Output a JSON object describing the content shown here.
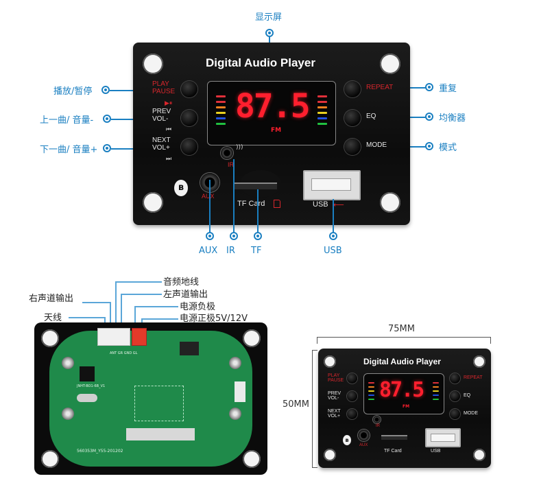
{
  "top_panel": {
    "title": "Digital  Audio Player",
    "left_buttons": [
      {
        "line1": "PLAY",
        "line2": "PAUSE",
        "symbol": "▶⏸",
        "label_color": "#d8262c"
      },
      {
        "line1": "PREV",
        "line2": "VOL-",
        "symbol": "⏮"
      },
      {
        "line1": "NEXT",
        "line2": "VOL+",
        "symbol": "⏭"
      }
    ],
    "right_buttons": [
      {
        "label": "REPEAT",
        "label_color": "#d8262c"
      },
      {
        "label": "EQ"
      },
      {
        "label": "MODE"
      }
    ],
    "display": {
      "value": "87.5",
      "unit": "FM"
    },
    "ir_label": "IR",
    "aux_label": "AUX",
    "tf_label": "TF Card",
    "usb_label": "USB",
    "bluetooth_symbol": "ʙ"
  },
  "callouts": {
    "top": "显示屏",
    "left": [
      "播放/暂停",
      "上一曲/ 音量-",
      "下一曲/ 音量+"
    ],
    "right": [
      "重复",
      "均衡器",
      "模式"
    ],
    "bottom": [
      "AUX",
      "IR",
      "TF",
      "USB"
    ]
  },
  "pcb_view": {
    "wire_labels": [
      "音频地线",
      "左声道输出",
      "右声道输出",
      "电源负极",
      "天线",
      "电源正极5V/12V"
    ],
    "silkscreen": [
      "560353M_Y55-201202",
      "JNHT-BO1-6B_V1",
      "ANT GR GND GL"
    ]
  },
  "dimension_view": {
    "width_label": "75MM",
    "height_label": "50MM",
    "title": "Digital  Audio Player",
    "left_buttons": [
      {
        "line1": "PLAY",
        "line2": "PAUSE"
      },
      {
        "line1": "PREV",
        "line2": "VOL-"
      },
      {
        "line1": "NEXT",
        "line2": "VOL+"
      }
    ],
    "right_buttons": [
      "REPEAT",
      "EQ",
      "MODE"
    ],
    "display_value": "87.5",
    "display_unit": "FM",
    "ir_label": "IR",
    "aux_label": "AUX",
    "tf_label": "TF Card",
    "usb_label": "USB"
  },
  "colors": {
    "callout_blue": "#1a7fc1",
    "segment_red": "#ff1f2e",
    "label_red": "#d8262c",
    "pcb_green": "#1f8a4a"
  }
}
